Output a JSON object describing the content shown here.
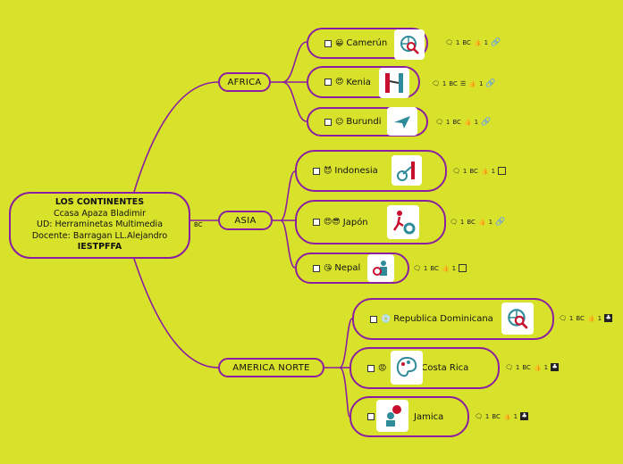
{
  "root": {
    "line1": "LOS CONTINENTES",
    "line2": "Ccasa Apaza Bladimir",
    "line3": "UD: Herraminetas Multimedia",
    "line4": "Docente: Barragan LL.Alejandro",
    "line5": "IESTPFFA",
    "bc": "BC"
  },
  "branches": [
    {
      "label": "AFRICA"
    },
    {
      "label": "ASIA"
    },
    {
      "label": "AMERICA NORTE"
    }
  ],
  "leaves": [
    {
      "label": "Camerún",
      "emoji": "😀",
      "meta": {
        "comments": "1",
        "bc": "BC",
        "likes": "1"
      }
    },
    {
      "label": "Kenia",
      "emoji": "😍",
      "meta": {
        "comments": "1",
        "bc": "BC",
        "likes": "1"
      }
    },
    {
      "label": "Burundi",
      "emoji": "☺",
      "meta": {
        "comments": "1",
        "bc": "BC",
        "likes": "1"
      }
    },
    {
      "label": "Indonesia",
      "emoji": "😈",
      "meta": {
        "comments": "1",
        "bc": "BC",
        "likes": "1"
      }
    },
    {
      "label": "Japón",
      "emoji": "😍😎",
      "meta": {
        "comments": "1",
        "bc": "BC",
        "likes": "1"
      }
    },
    {
      "label": "Nepal",
      "emoji": "😘",
      "meta": {
        "comments": "1",
        "bc": "BC",
        "likes": "1"
      }
    },
    {
      "label": "Republica Dominicana",
      "emoji": "💿",
      "meta": {
        "comments": "1",
        "bc": "BC",
        "likes": "1"
      }
    },
    {
      "label": "Costa Rica",
      "emoji": "😡",
      "meta": {
        "comments": "1",
        "bc": "BC",
        "likes": "1"
      }
    },
    {
      "label": "Jamica",
      "emoji": "",
      "meta": {
        "comments": "1",
        "bc": "BC",
        "likes": "1"
      }
    }
  ],
  "colors": {
    "background": "#d8e22a",
    "connector": "#8a1fa0",
    "icon_accent": "#c8102e",
    "icon_teal": "#2e8b9a"
  }
}
